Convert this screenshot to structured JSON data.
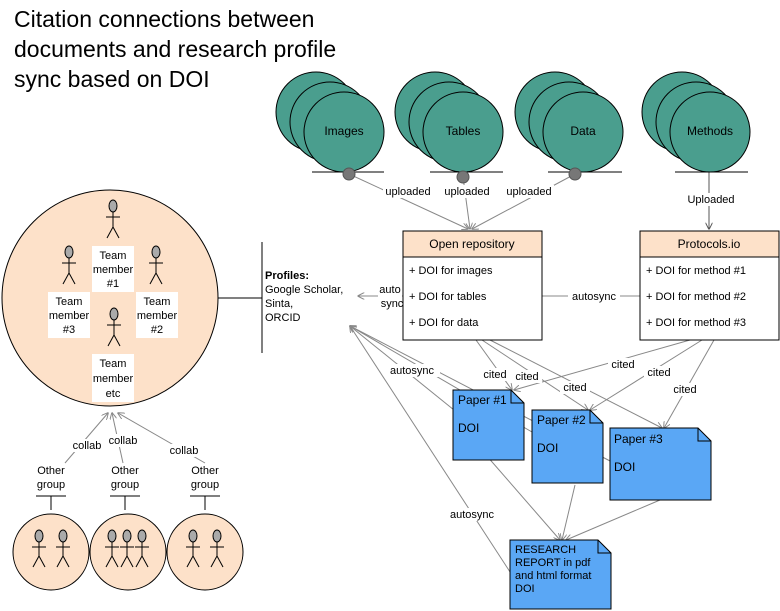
{
  "title": "Citation connections between\ndocuments and research profile\nsync based on DOI",
  "data_stores": [
    {
      "label": "Images"
    },
    {
      "label": "Tables"
    },
    {
      "label": "Data"
    },
    {
      "label": "Methods"
    }
  ],
  "open_repository": {
    "header": "Open repository",
    "rows": [
      "+ DOI for images",
      "+ DOI for tables",
      "+ DOI for data"
    ]
  },
  "protocols": {
    "header": "Protocols.io",
    "rows": [
      "+ DOI for method #1",
      "+ DOI for method #2",
      "+ DOI for method #3"
    ]
  },
  "papers": [
    {
      "title": "Paper #1",
      "doi": "DOI"
    },
    {
      "title": "Paper #2",
      "doi": "DOI"
    },
    {
      "title": "Paper #3",
      "doi": "DOI"
    }
  ],
  "report": {
    "lines": [
      "RESEARCH",
      "REPORT in pdf",
      "and html format",
      "DOI"
    ]
  },
  "profiles": {
    "heading": "Profiles:",
    "lines": [
      "Google Scholar,",
      "Sinta,",
      "ORCID"
    ]
  },
  "team_members": [
    {
      "lines": [
        "Team",
        "member",
        "#1"
      ]
    },
    {
      "lines": [
        "Team",
        "member",
        "#2"
      ]
    },
    {
      "lines": [
        "Team",
        "member",
        "#3"
      ]
    },
    {
      "lines": [
        "Team",
        "member",
        "etc"
      ]
    }
  ],
  "other_groups": [
    {
      "lines": [
        "Other",
        "group"
      ]
    },
    {
      "lines": [
        "Other",
        "group"
      ]
    },
    {
      "lines": [
        "Other",
        "group"
      ]
    }
  ],
  "edge_labels": {
    "uploaded": "uploaded",
    "uploaded_methods": "Uploaded",
    "auto": "auto",
    "sync": "sync",
    "autosync": "autosync",
    "cited": "cited",
    "collab": "collab"
  },
  "colors": {
    "teal": "#4a9e8e",
    "peach": "#fde1c9",
    "paper_blue": "#5aa7f5",
    "arrow_gray": "#888888"
  }
}
